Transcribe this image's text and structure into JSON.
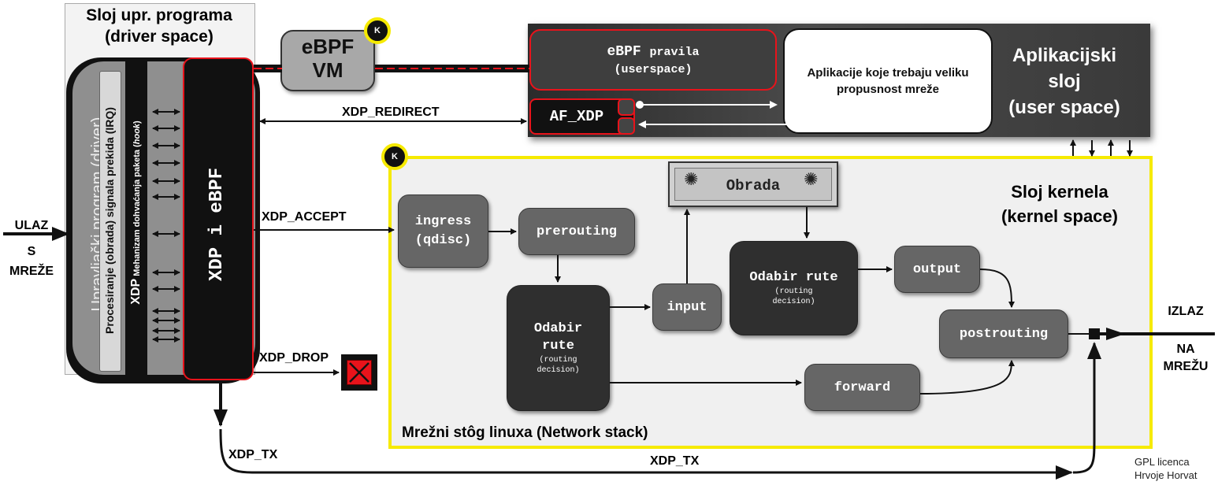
{
  "driver_space": {
    "title_line1": "Sloj upr. programa",
    "title_line2": "(driver space)",
    "driver_label": "Upravljački program (driver)",
    "irq_label": "Procesiranje (obrada) signala prekida (IRQ)",
    "hook_label_prefix": "XDP",
    "hook_label_main": "Mehanizam dohvaćanja paketa (",
    "hook_label_italic": "hook",
    "hook_label_end": ")",
    "xdp_ebpf": "XDP i eBPF"
  },
  "ebpf_vm": {
    "line1": "eBPF",
    "line2": "VM",
    "badge": "K"
  },
  "user_space": {
    "ebpf_rules_line1": "eBPF",
    "ebpf_rules_word": "pravila",
    "ebpf_rules_line2": "(userspace)",
    "af_xdp": "AF_XDP",
    "apps": "Aplikacije koje trebaju veliku propusnost mreže",
    "layer_line1": "Aplikacijski",
    "layer_line2": "sloj",
    "layer_line3": "(user space)"
  },
  "kernel": {
    "badge": "K",
    "title_line1": "Sloj kernela",
    "title_line2": "(kernel space)",
    "stack_label": "Mrežni stôg linuxa (Network stack)",
    "nodes": {
      "ingress_line1": "ingress",
      "ingress_line2": "(qdisc)",
      "prerouting": "prerouting",
      "routing1_line1": "Odabir",
      "routing1_line2": "rute",
      "routing1_sub1": "(routing",
      "routing1_sub2": "decision)",
      "input": "input",
      "obrada": "Obrada",
      "routing2_line1": "Odabir rute",
      "routing2_sub1": "(routing",
      "routing2_sub2": "decision)",
      "output": "output",
      "postrouting": "postrouting",
      "forward": "forward"
    }
  },
  "actions": {
    "redirect": "XDP_REDIRECT",
    "accept": "XDP_ACCEPT",
    "drop": "XDP_DROP",
    "tx1": "XDP_TX",
    "tx2": "XDP_TX"
  },
  "io": {
    "in_line1": "ULAZ",
    "in_line2": "S",
    "in_line3": "MREŽE",
    "out_line1": "IZLAZ",
    "out_line2": "NA",
    "out_line3": "MREŽU"
  },
  "footer": {
    "line1": "GPL licenca",
    "line2": "Hrvoje Horvat"
  },
  "colors": {
    "kernel_border": "#f6ea00",
    "red_accent": "#e8131b",
    "drop_bg": "#e8131b"
  }
}
